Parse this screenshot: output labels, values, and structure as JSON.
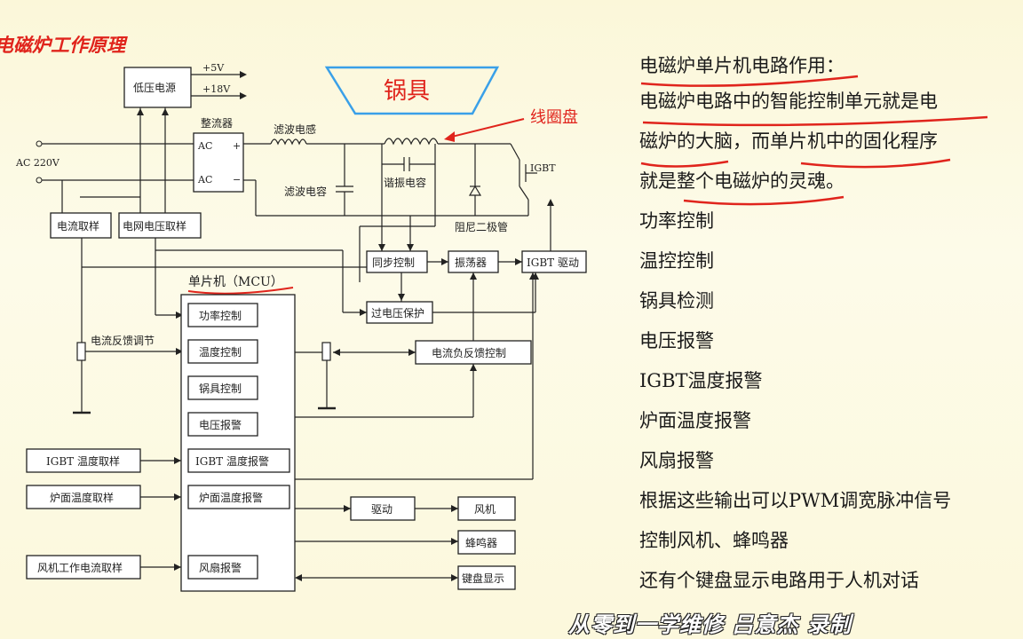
{
  "slide_title": "电磁炉工作原理",
  "diagram": {
    "psu_label": "低压电源",
    "out_5v": "+5V",
    "out_18v": "+18V",
    "rectifier_label": "整流器",
    "ac_top": "AC",
    "ac_bottom": "AC",
    "plus": "+",
    "minus": "−",
    "ac_input": "AC 220V",
    "filter_inductor": "滤波电感",
    "filter_cap": "滤波电容",
    "resonant_cap": "谐振电容",
    "damper_diode": "阻尼二极管",
    "igbt": "IGBT",
    "pot_label": "锅具",
    "coil_label": "线圈盘",
    "current_sample": "电流取样",
    "grid_voltage_sample": "电网电压取样",
    "sync_control": "同步控制",
    "oscillator": "振荡器",
    "igbt_driver": "IGBT 驱动",
    "overvoltage": "过电压保护",
    "current_neg_feedback": "电流负反馈控制",
    "current_feedback_adjust": "电流反馈调节",
    "mcu_title": "单片机（MCU）",
    "mcu_blocks": [
      "功率控制",
      "温度控制",
      "锅具控制",
      "电压报警",
      "IGBT 温度报警",
      "炉面温度报警",
      "风扇报警"
    ],
    "igbt_temp_sample": "IGBT 温度取样",
    "surface_temp_sample": "炉面温度取样",
    "fan_current_sample": "风机工作电流取样",
    "driver": "驱动",
    "fan": "风机",
    "buzzer": "蜂鸣器",
    "keyboard_display": "键盘显示"
  },
  "notes": [
    "电磁炉单片机电路作用：",
    "电磁炉电路中的智能控制单元就是电",
    "磁炉的大脑，而单片机中的固化程序",
    "就是整个电磁炉的灵魂。",
    "功率控制",
    "温控控制",
    "锅具检测",
    "电压报警",
    "IGBT温度报警",
    "炉面温度报警",
    "风扇报警",
    "根据这些输出可以PWM调宽脉冲信号",
    "控制风机、蜂鸣器",
    "还有个键盘显示电路用于人机对话"
  ],
  "watermark": "从零到一学维修 吕意杰 录制",
  "colors": {
    "accent_red": "#e0241c",
    "pot_blue": "#3aa0e8",
    "background": "#fdfbe6"
  }
}
